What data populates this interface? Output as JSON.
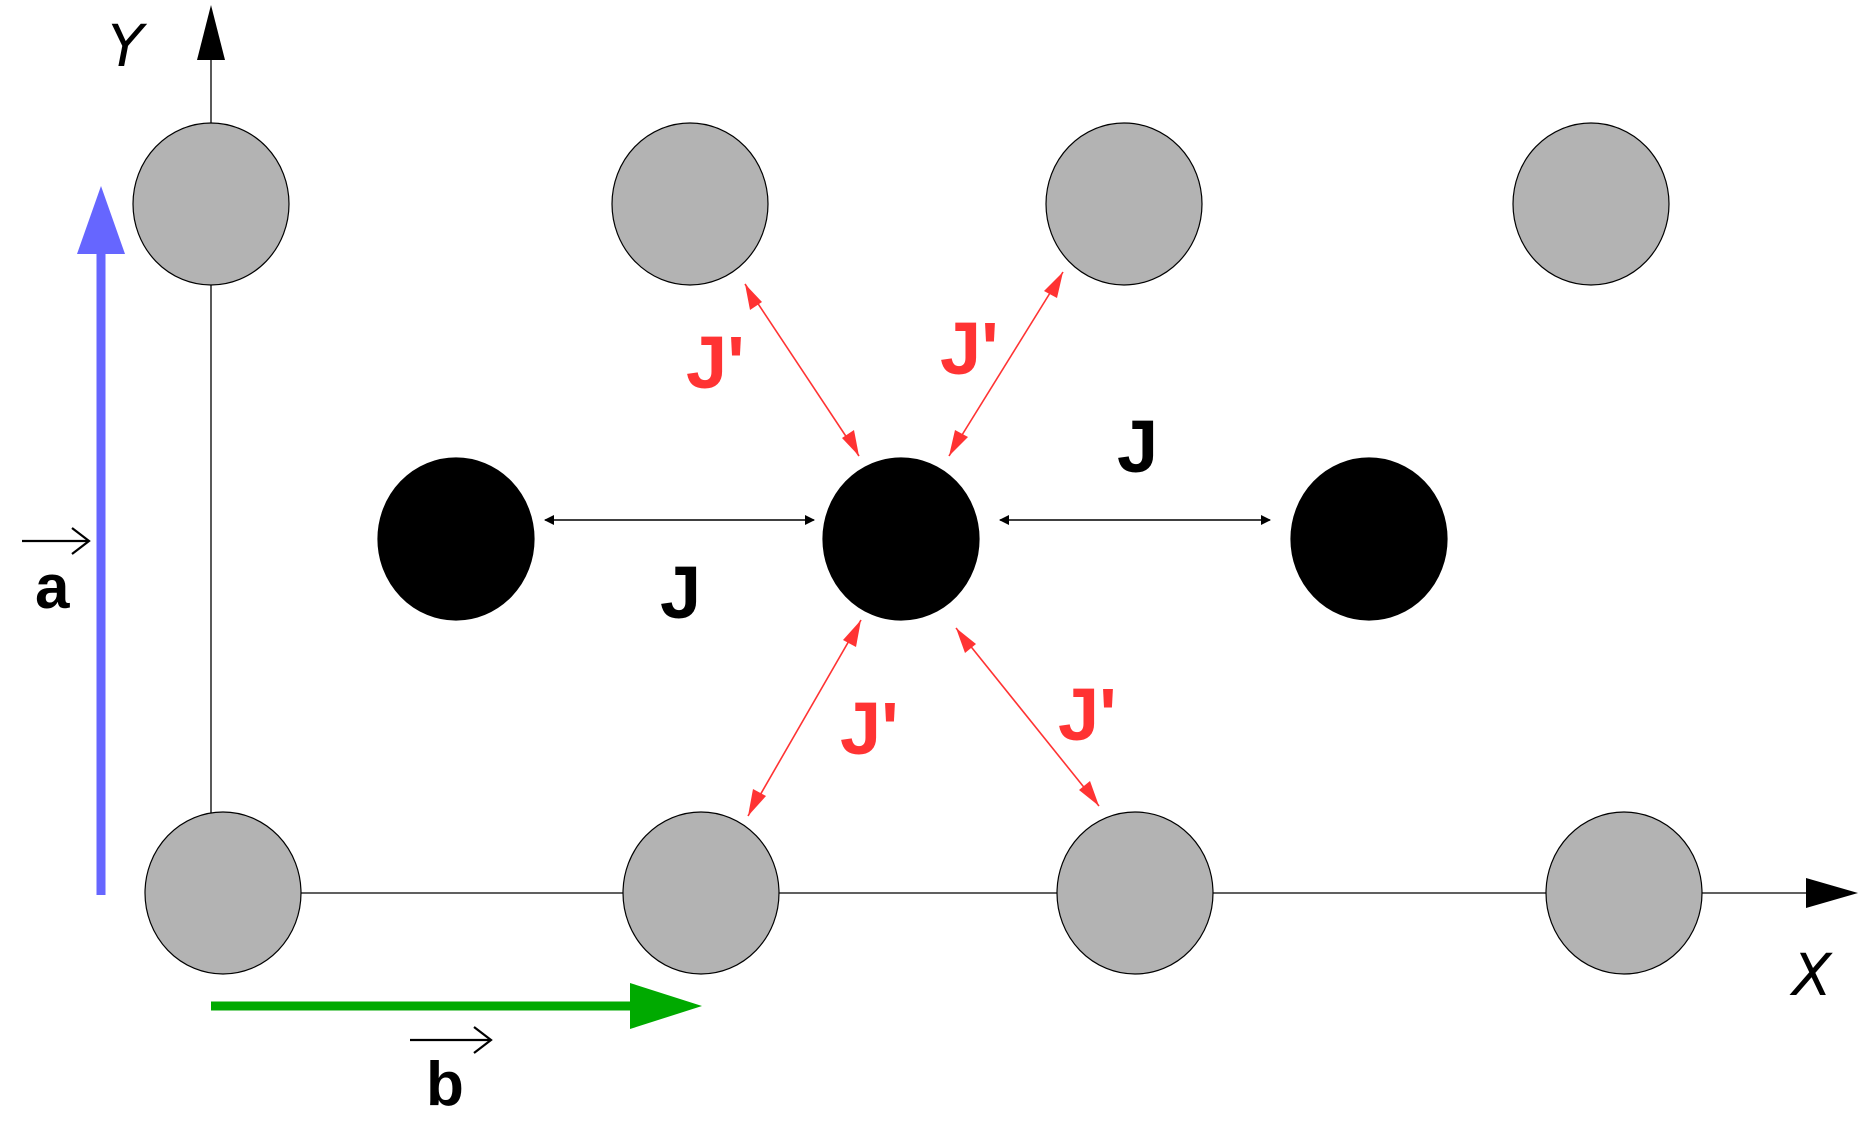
{
  "axes": {
    "x_label": "X",
    "y_label": "Y"
  },
  "vectors": {
    "a": {
      "label": "a",
      "color": "#6666ff"
    },
    "b": {
      "label": "b",
      "color": "#00aa00"
    }
  },
  "couplings": {
    "J": {
      "label": "J",
      "color": "#000000"
    },
    "J_prime": {
      "label": "J'",
      "color": "#ff3333"
    }
  },
  "sites": {
    "gray_fill": "#b3b3b3",
    "black_fill": "#000000"
  }
}
